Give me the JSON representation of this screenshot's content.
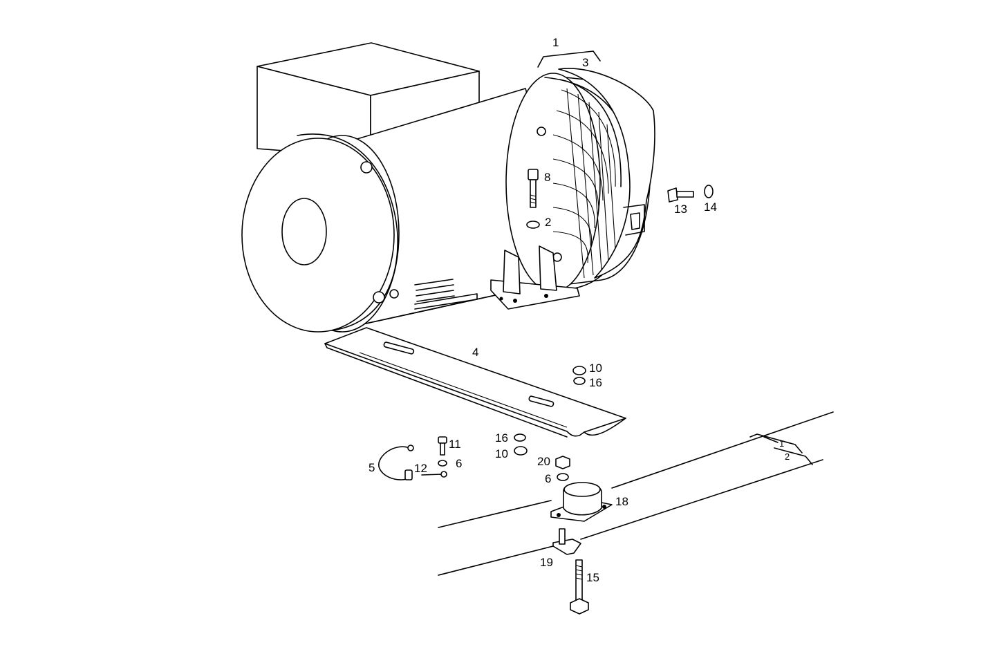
{
  "parts": [
    {
      "id": "p1",
      "label": "1"
    },
    {
      "id": "p2",
      "label": "2"
    },
    {
      "id": "p3",
      "label": "3"
    },
    {
      "id": "p4",
      "label": "4"
    },
    {
      "id": "p5",
      "label": "5"
    },
    {
      "id": "p6a",
      "label": "6"
    },
    {
      "id": "p6b",
      "label": "6"
    },
    {
      "id": "p8",
      "label": "8"
    },
    {
      "id": "p10a",
      "label": "10"
    },
    {
      "id": "p10b",
      "label": "10"
    },
    {
      "id": "p11",
      "label": "11"
    },
    {
      "id": "p12",
      "label": "12"
    },
    {
      "id": "p13",
      "label": "13"
    },
    {
      "id": "p14",
      "label": "14"
    },
    {
      "id": "p15",
      "label": "15"
    },
    {
      "id": "p16a",
      "label": "16"
    },
    {
      "id": "p16b",
      "label": "16"
    },
    {
      "id": "p18",
      "label": "18"
    },
    {
      "id": "p19",
      "label": "19"
    },
    {
      "id": "p20",
      "label": "20"
    }
  ],
  "frame_marks": {
    "upper": "1",
    "lower": "2"
  }
}
